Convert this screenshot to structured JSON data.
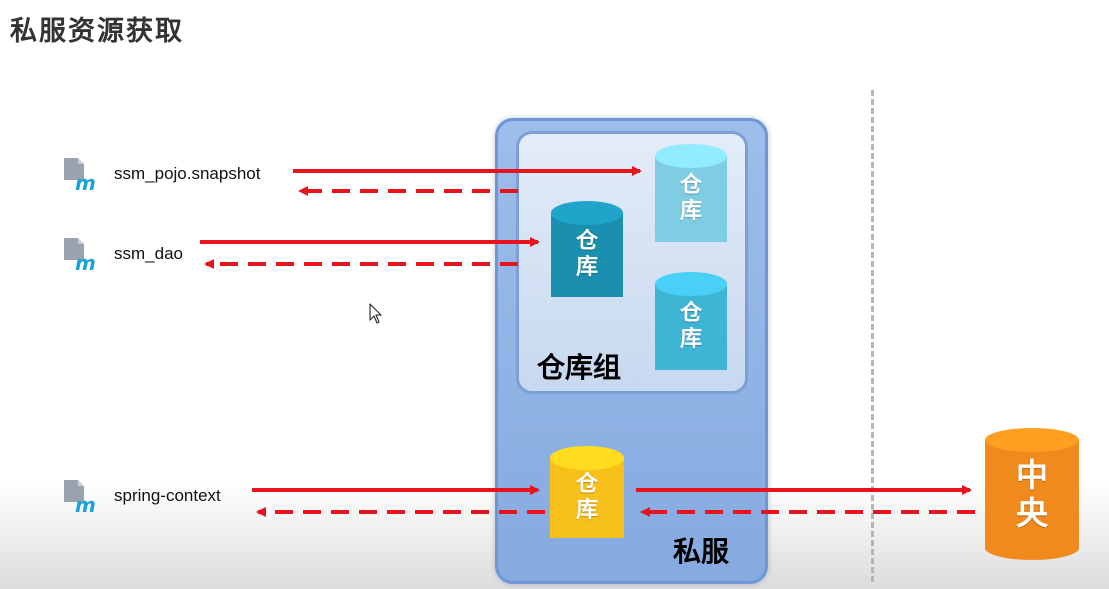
{
  "title": "私服资源获取",
  "modules": [
    {
      "name": "ssm_pojo.snapshot"
    },
    {
      "name": "ssm_dao"
    },
    {
      "name": "spring-context"
    }
  ],
  "repo_label": "仓库",
  "repo_group_label": "仓库组",
  "private_server_label": "私服",
  "central_label": "中央",
  "colors": {
    "arrow": "#e8131b",
    "private_box": "#8fb1e4",
    "group_box": "#d5e2f4",
    "central": "#f08a1d",
    "yellow_repo": "#f7c01a"
  }
}
